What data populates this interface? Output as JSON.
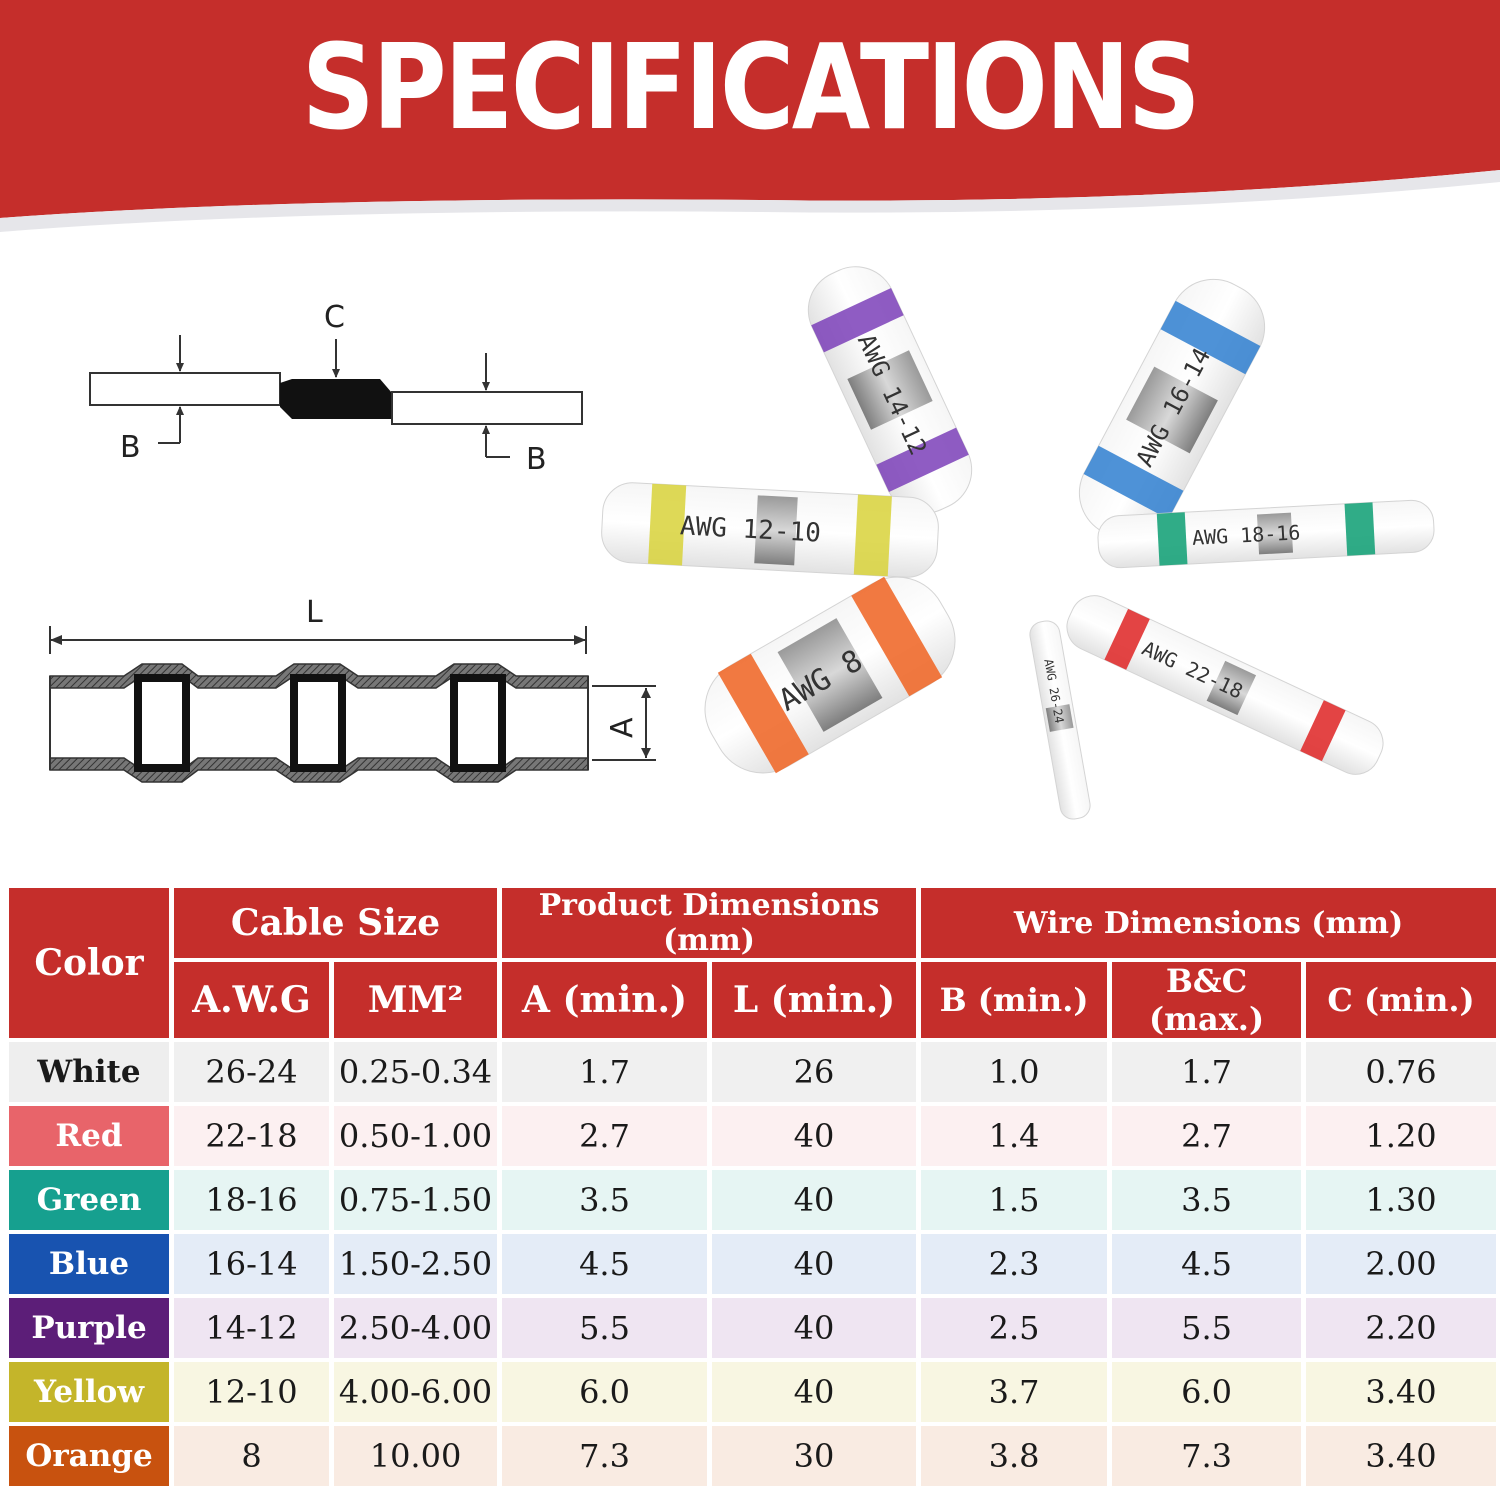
{
  "header": {
    "title": "SPECIFICATIONS",
    "accent_color": "#c52e2b"
  },
  "diagram_top": {
    "label_c": "C",
    "label_b_left": "B",
    "label_b_right": "B"
  },
  "diagram_bottom": {
    "label_l": "L",
    "label_a": "A"
  },
  "photo": {
    "connectors": [
      {
        "color": "#7b3fb8",
        "text": "AWG 14-12"
      },
      {
        "color": "#2f7fd0",
        "text": "AWG 16-14"
      },
      {
        "color": "#d8d23a",
        "text": "AWG 12-10"
      },
      {
        "color": "#1aa37a",
        "text": "AWG 18-16"
      },
      {
        "color": "#f06a2c",
        "text": "AWG 8"
      },
      {
        "color": "#cccccc",
        "text": "AWG 26-24"
      },
      {
        "color": "#e03030",
        "text": "AWG 22-18"
      }
    ]
  },
  "table": {
    "headers": {
      "color": "Color",
      "cable_size": "Cable Size",
      "awg": "A.W.G",
      "mm2": "MM²",
      "product_dimensions": "Product Dimensions (mm)",
      "a_min": "A (min.)",
      "l_min": "L (min.)",
      "wire_dimensions": "Wire Dimensions (mm)",
      "b_min": "B (min.)",
      "bc_max": "B&C (max.)",
      "c_min": "C (min.)"
    },
    "rows": [
      {
        "color": "White",
        "swatch": "#eeeeee",
        "tint": "#f0f0f0",
        "awg": "26-24",
        "mm2": "0.25-0.34",
        "a": "1.7",
        "l": "26",
        "b": "1.0",
        "bc": "1.7",
        "c": "0.76"
      },
      {
        "color": "Red",
        "swatch": "#e8646a",
        "tint": "#fcf0f1",
        "awg": "22-18",
        "mm2": "0.50-1.00",
        "a": "2.7",
        "l": "40",
        "b": "1.4",
        "bc": "2.7",
        "c": "1.20"
      },
      {
        "color": "Green",
        "swatch": "#16a08f",
        "tint": "#e6f5f3",
        "awg": "18-16",
        "mm2": "0.75-1.50",
        "a": "3.5",
        "l": "40",
        "b": "1.5",
        "bc": "3.5",
        "c": "1.30"
      },
      {
        "color": "Blue",
        "swatch": "#1853b0",
        "tint": "#e4ecf7",
        "awg": "16-14",
        "mm2": "1.50-2.50",
        "a": "4.5",
        "l": "40",
        "b": "2.3",
        "bc": "4.5",
        "c": "2.00"
      },
      {
        "color": "Purple",
        "swatch": "#5c1e78",
        "tint": "#efe5f2",
        "awg": "14-12",
        "mm2": "2.50-4.00",
        "a": "5.5",
        "l": "40",
        "b": "2.5",
        "bc": "5.5",
        "c": "2.20"
      },
      {
        "color": "Yellow",
        "swatch": "#c4b52a",
        "tint": "#f8f6e2",
        "awg": "12-10",
        "mm2": "4.00-6.00",
        "a": "6.0",
        "l": "40",
        "b": "3.7",
        "bc": "6.0",
        "c": "3.40"
      },
      {
        "color": "Orange",
        "swatch": "#c8520f",
        "tint": "#f9ebe2",
        "awg": "8",
        "mm2": "10.00",
        "a": "7.3",
        "l": "30",
        "b": "3.8",
        "bc": "7.3",
        "c": "3.40"
      }
    ]
  }
}
